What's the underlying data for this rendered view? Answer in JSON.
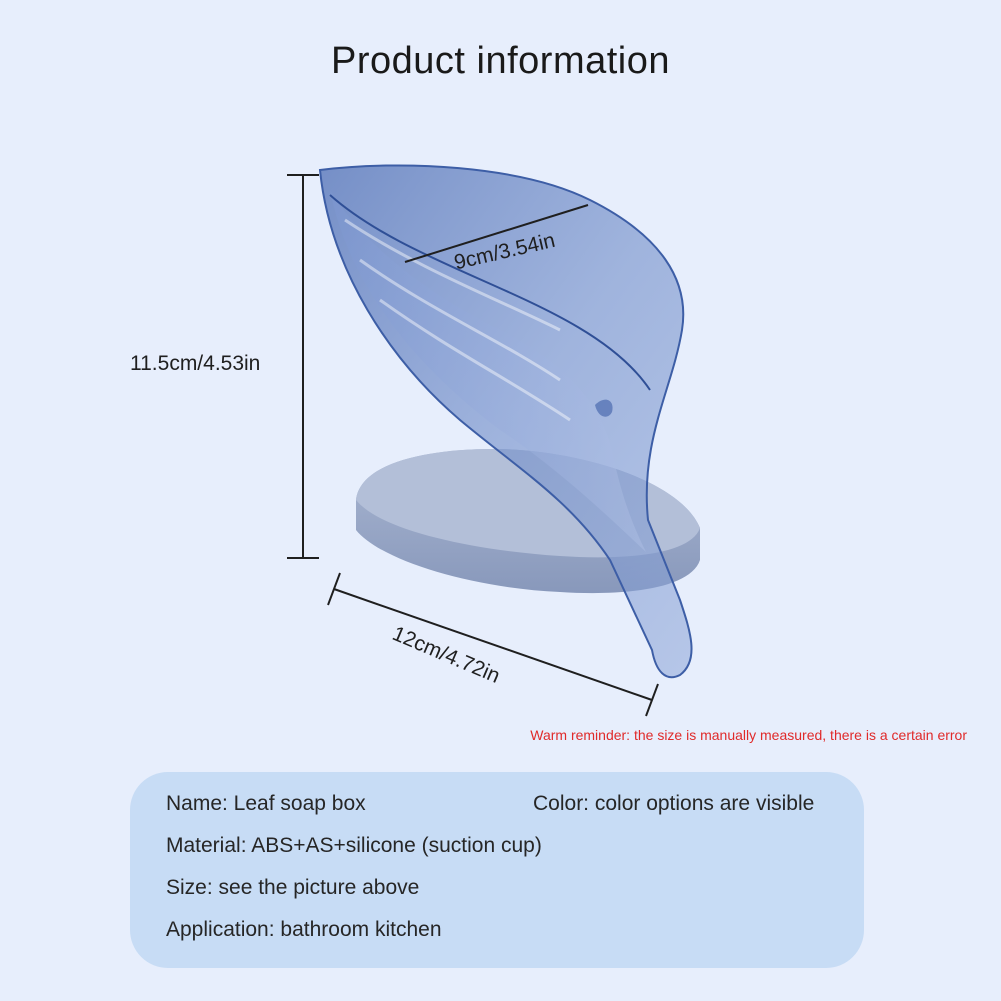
{
  "title": "Product information",
  "dimensions": {
    "height": "11.5cm/4.53in",
    "width": "9cm/3.54in",
    "depth": "12cm/4.72in"
  },
  "reminder": "Warm reminder: the size is manually measured, there is a certain error",
  "info": {
    "name": "Name: Leaf soap box",
    "color": "Color: color options are visible",
    "material": "Material: ABS+AS+silicone (suction cup)",
    "size": "Size: see the picture above",
    "application": "Application: bathroom kitchen"
  },
  "colors": {
    "background": "#e7eefc",
    "panel": "#c7dcf5",
    "reminder": "#e02a2a",
    "leaf": "#5a78b8",
    "base": "#96a6c6"
  }
}
